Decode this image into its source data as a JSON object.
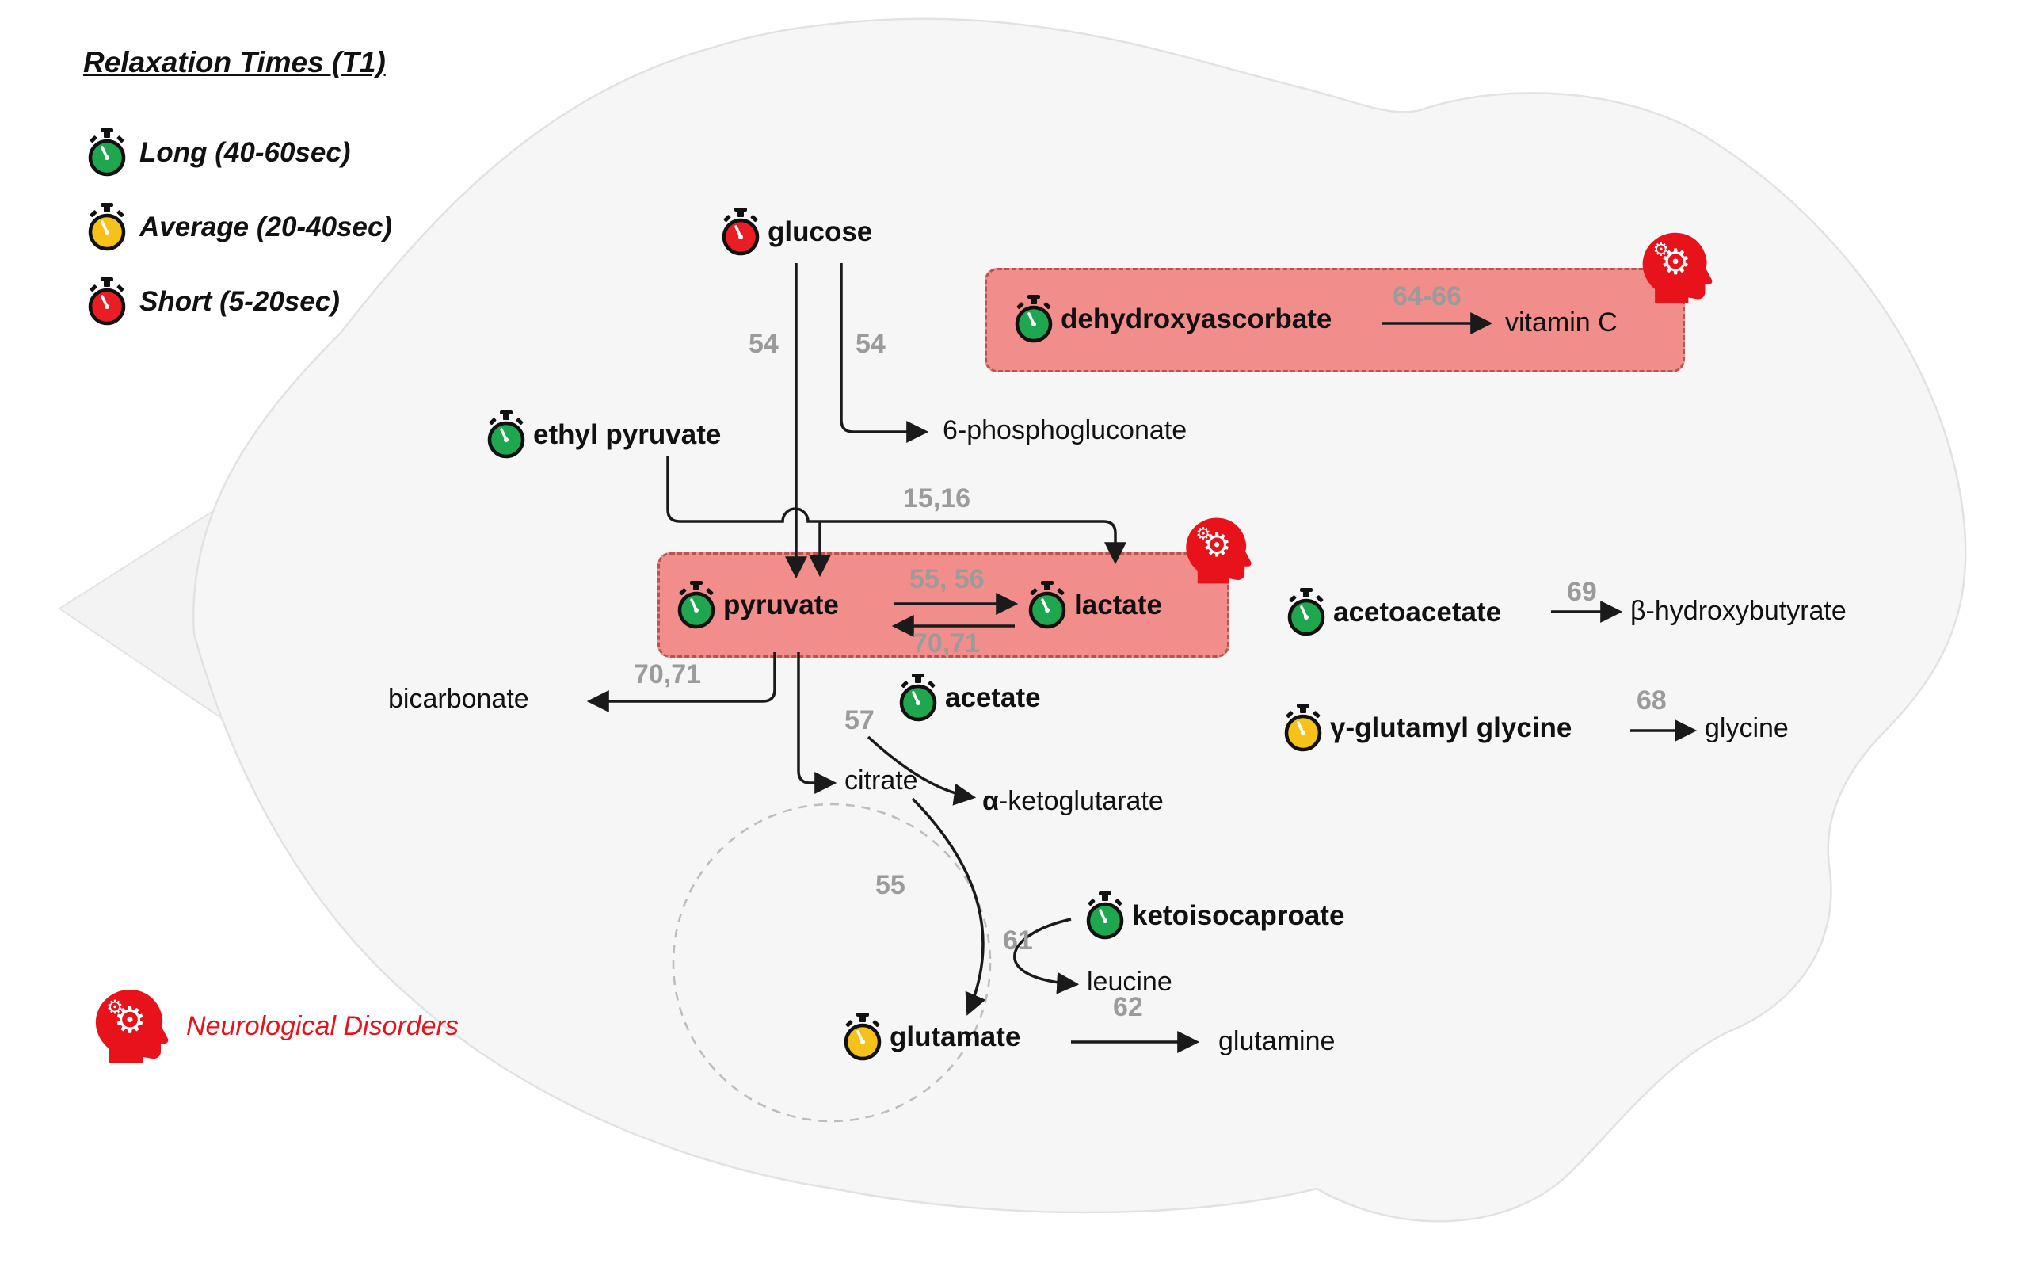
{
  "legend": {
    "title": "Relaxation Times (T1)",
    "items": [
      {
        "id": "long",
        "label": "Long (40-60sec)"
      },
      {
        "id": "average",
        "label": "Average (20-40sec)"
      },
      {
        "id": "short",
        "label": "Short (5-20sec)"
      }
    ],
    "disorders_label": "Neurological Disorders"
  },
  "colors": {
    "long": "#1fa750",
    "average": "#f6c21a",
    "short": "#ea1c24",
    "disorder_box": "#f0706c",
    "disorder_red": "#e8121a",
    "reference_gray": "#9b9b9b"
  },
  "nodes": {
    "glucose": {
      "label": "glucose",
      "timer": "short"
    },
    "ethyl_pyruvate": {
      "label": "ethyl pyruvate",
      "timer": "long"
    },
    "dehydroxyascorbate": {
      "label": "dehydroxyascorbate",
      "timer": "long"
    },
    "vitamin_c": {
      "label": "vitamin C"
    },
    "six_phosphogluconate": {
      "label": "6-phosphogluconate"
    },
    "pyruvate": {
      "label": "pyruvate",
      "timer": "long"
    },
    "lactate": {
      "label": "lactate",
      "timer": "long"
    },
    "acetoacetate": {
      "label": "acetoacetate",
      "timer": "long"
    },
    "beta_hydroxybutyrate": {
      "label": "β-hydroxybutyrate"
    },
    "bicarbonate": {
      "label": "bicarbonate"
    },
    "acetate": {
      "label": "acetate",
      "timer": "long"
    },
    "gamma_glutamyl_glycine": {
      "label": "γ-glutamyl glycine",
      "timer": "average"
    },
    "glycine": {
      "label": "glycine"
    },
    "citrate": {
      "label": "citrate"
    },
    "alpha_ketoglutarate": {
      "prefix": "α",
      "rest": "-ketoglutarate"
    },
    "ketoisocaproate": {
      "label": "ketoisocaproate",
      "timer": "long"
    },
    "leucine": {
      "label": "leucine"
    },
    "glutamate": {
      "label": "glutamate",
      "timer": "average"
    },
    "glutamine": {
      "label": "glutamine"
    }
  },
  "refs": {
    "glucose_left": "54",
    "glucose_right": "54",
    "dha_vitc": "64-66",
    "pyr_lac_top": "15,16",
    "pyr_lac_fwd": "55, 56",
    "pyr_lac_rev": "70,71",
    "bicarbonate": "70,71",
    "acetate": "57",
    "acetoacetate_bhb": "69",
    "glycine": "68",
    "tca": "55",
    "kic_leucine": "61",
    "glutamate_glutamine": "62"
  }
}
